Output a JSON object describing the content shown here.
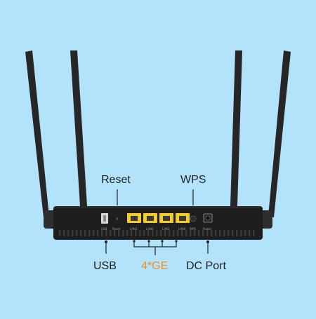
{
  "callouts": {
    "reset": "Reset",
    "wps": "WPS",
    "usb": "USB",
    "lan": "4*GE",
    "dc_port": "DC Port"
  },
  "port_labels": {
    "usb": "USB",
    "reset": "Reset",
    "lan1": "LAN1",
    "lan2": "LAN2",
    "lan3": "LAN3",
    "lan4": "LAN4",
    "wps": "WPS",
    "power": "Power"
  },
  "colors": {
    "background": "#b3e3fa",
    "router_body": "#1e1e1e",
    "antenna": "#262626",
    "lan_port": "#f2cc2e",
    "callout_text": "#222222",
    "accent": "#f0901f"
  }
}
